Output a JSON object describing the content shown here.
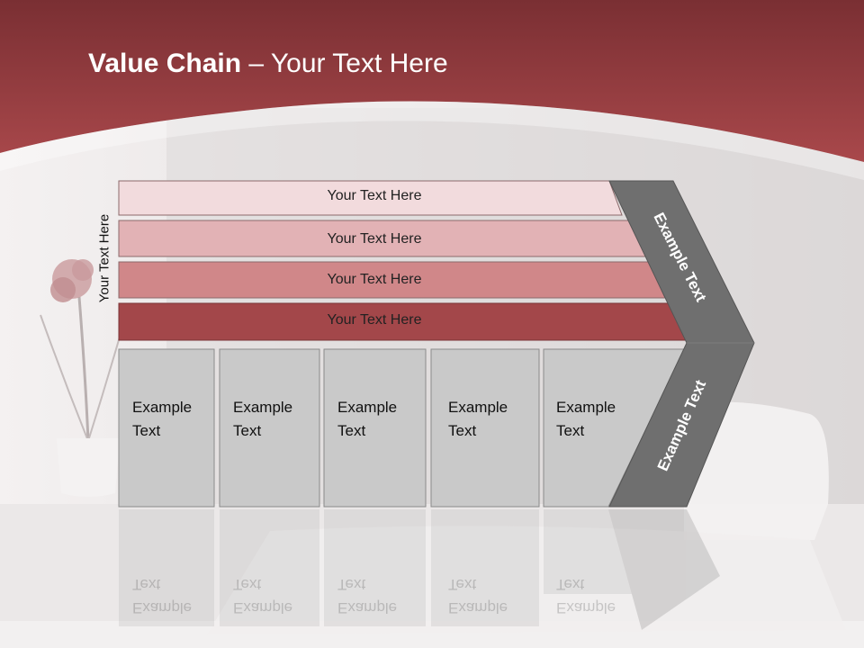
{
  "title": {
    "bold": "Value Chain",
    "rest": " – Your Text Here"
  },
  "side_label": "Your Text Here",
  "bands": [
    {
      "label": "Your Text Here",
      "color": "#f2dbdd"
    },
    {
      "label": "Your Text Here",
      "color": "#e2b2b5"
    },
    {
      "label": "Your Text Here",
      "color": "#d08789"
    },
    {
      "label": "Your Text Here",
      "color": "#a3474a"
    }
  ],
  "boxes": [
    {
      "label": "Example\nText"
    },
    {
      "label": "Example\nText"
    },
    {
      "label": "Example\nText"
    },
    {
      "label": "Example\nText"
    },
    {
      "label": "Example\nText"
    }
  ],
  "chevrons": {
    "upper": "Example Text",
    "lower": "Example Text"
  },
  "colors": {
    "header": "#8e3a3d",
    "box_fill": "#c9c9c9",
    "chevron_fill": "#6f6f6f"
  }
}
